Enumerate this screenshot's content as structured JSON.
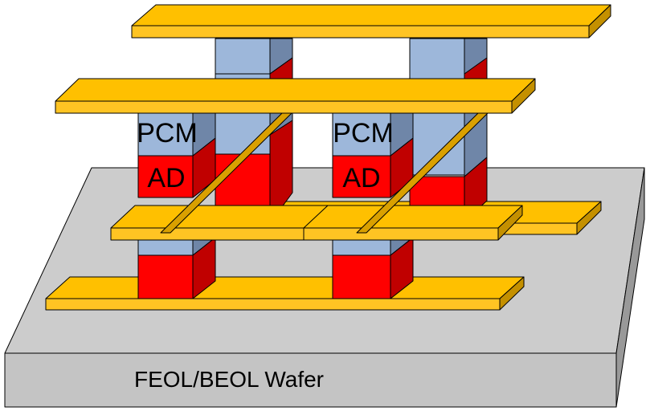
{
  "wafer": {
    "label": "FEOL/BEOL Wafer"
  },
  "front_cells": [
    {
      "pcm_label": "PCM",
      "ad_label": "AD"
    },
    {
      "pcm_label": "PCM",
      "ad_label": "AD"
    }
  ],
  "colors": {
    "pcm": "#9DB7DA",
    "ad": "#FF0000",
    "electrode": "#FFC423",
    "wafer": "#CCCCCC",
    "outline": "#000000"
  }
}
